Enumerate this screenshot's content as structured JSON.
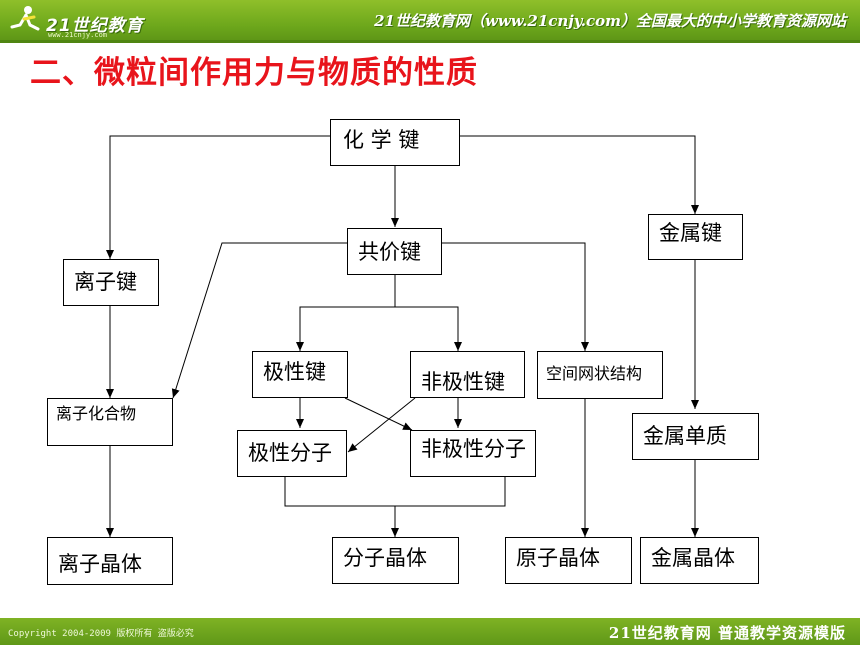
{
  "header": {
    "logo_text": "21世纪教育",
    "logo_sub": "www.21cnjy.com",
    "tagline": "21世纪教育网（www.21cnjy.com）全国最大的中小学教育资源网站"
  },
  "slide": {
    "title": "二、微粒间作用力与物质的性质"
  },
  "nodes": {
    "chemical_bond": "化 学 键",
    "covalent_bond": "共价键",
    "metallic_bond": "金属键",
    "ionic_bond": "离子键",
    "polar_bond": "极性键",
    "nonpolar_bond": "非极性键",
    "network_structure": "空间网状结构",
    "ionic_compound": "离子化合物",
    "polar_molecule": "极性分子",
    "nonpolar_molecule": "非极性分子",
    "metal_element": "金属单质",
    "ionic_crystal": "离子晶体",
    "molecular_crystal": "分子晶体",
    "atomic_crystal": "原子晶体",
    "metallic_crystal": "金属晶体"
  },
  "footer": {
    "copyright": "Copyright 2004-2009 版权所有 盗版必究",
    "right_text": "21世纪教育网   普通教学资源模版"
  },
  "colors": {
    "header_green": "#6ea81c",
    "title_red": "#e8141b",
    "line": "#000000"
  }
}
